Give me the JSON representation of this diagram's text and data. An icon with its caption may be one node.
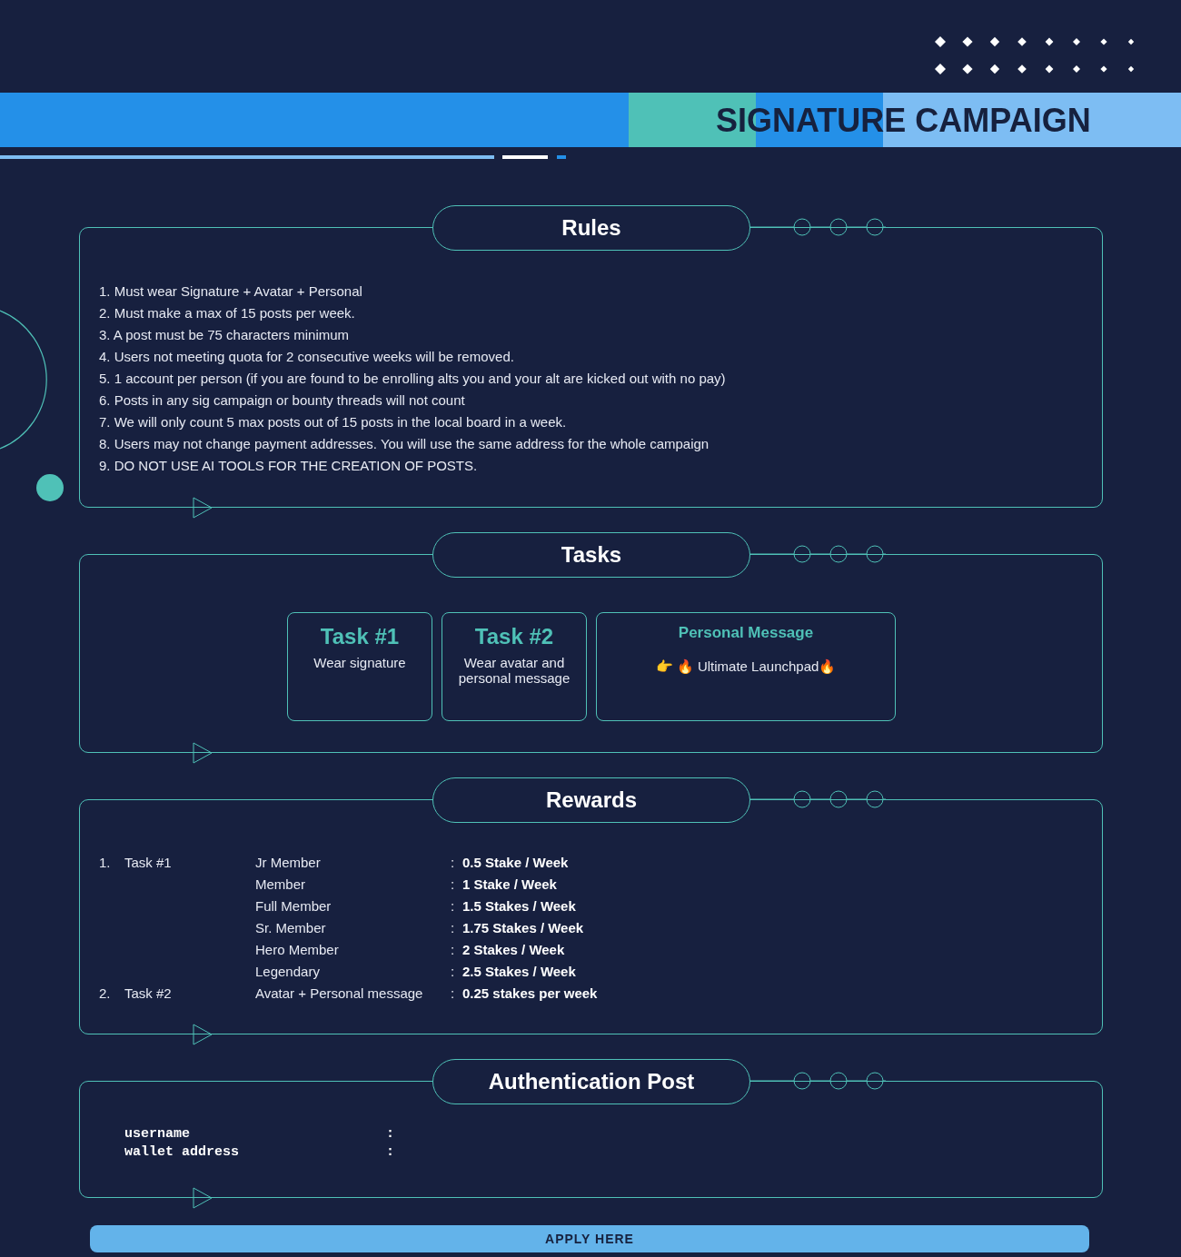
{
  "diagram": {
    "title": "SIGNATURE CAMPAIGN",
    "nodes": [
      {
        "text": [
          "Rules",
          "1. Must wear Signature + Avatar + Personal",
          "2. Must make a max of 15 posts per week.",
          "3. A post must be 75 characters minimum",
          "4. Users not meeting quota for 2 consecutive weeks will be removed.",
          "5. 1 account per person (if you are found to be enrolling alts you and your alt are kicked out with no pay)",
          "6. Posts in any sig campaign or bounty threads will not count",
          "7. We will only count 5 max posts out of 15 posts in the local board in a week.",
          "8. Users may not change payment addresses. You will use the same address for the whole campaign",
          "9. DO NOT USE AI TOOLS FOR THE CREATION OF POSTS."
        ]
      },
      {
        "text": [
          "Tasks"
        ]
      },
      {
        "text": [
          "Task #1",
          "Wear signature"
        ],
        "in": 1
      },
      {
        "text": [
          "Task #2",
          "Wear avatar and personal message"
        ],
        "in": 1
      },
      {
        "text": [
          "Personal Message",
          "👉 🔥 Ultimate Launchpad🔥"
        ],
        "in": 1
      },
      {
        "text": [
          "Rewards",
          "1.",
          "Task #1",
          "Jr Member",
          ":",
          "0.5 Stake / Week",
          "Member",
          ":",
          "1 Stake / Week",
          "Full Member",
          ":",
          "1.5 Stakes / Week",
          "Sr. Member",
          ":",
          "1.75 Stakes / Week",
          "Hero Member",
          ":",
          "2 Stakes / Week",
          "Legendary",
          ":",
          "2.5 Stakes / Week",
          "2.",
          "Task #2",
          "Avatar + Personal message",
          ":",
          "0.25 stakes per week"
        ]
      },
      {
        "text": [
          "Authentication Post",
          "username",
          ":",
          "wallet address",
          ":"
        ]
      },
      {
        "text": [
          "APPLY HERE"
        ]
      }
    ]
  }
}
